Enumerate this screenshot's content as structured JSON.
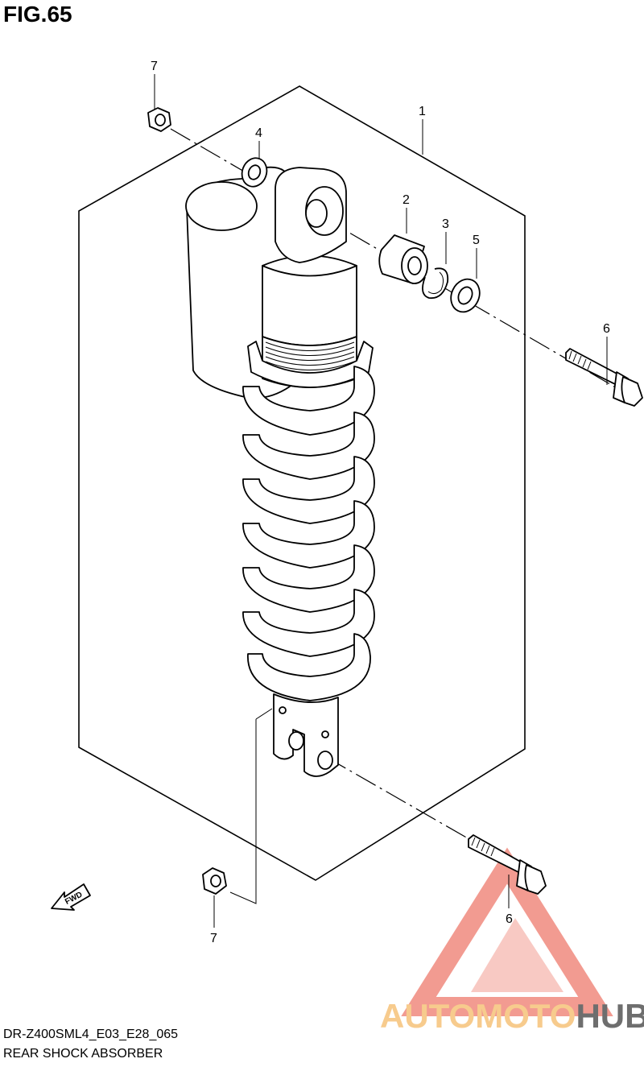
{
  "figure": {
    "title": "FIG.65"
  },
  "callouts": {
    "shock_absorber": "1",
    "bushing": "2",
    "circlip": "3",
    "top_washer": "4",
    "side_washer": "5",
    "upper_bolt": "6",
    "lower_bolt": "6",
    "upper_nut": "7",
    "lower_nut": "7"
  },
  "fwd_badge": "FWD",
  "caption": {
    "model_code": "DR-Z400SML4_E03_E28_065",
    "part_name": "REAR SHOCK ABSORBER"
  },
  "watermark": {
    "word_part1": "AUTOMOTO",
    "word_part2": "HUB",
    "color_primary": "#f08a7e",
    "color_accent": "#f6c27a",
    "color_dark": "#555555"
  }
}
